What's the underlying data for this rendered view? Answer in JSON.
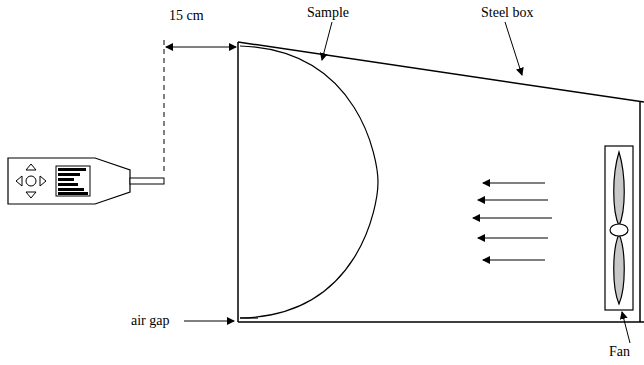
{
  "diagram": {
    "labels": [
      "15 cm",
      "Sample",
      "Steel box",
      "air gap",
      "Fan"
    ]
  }
}
